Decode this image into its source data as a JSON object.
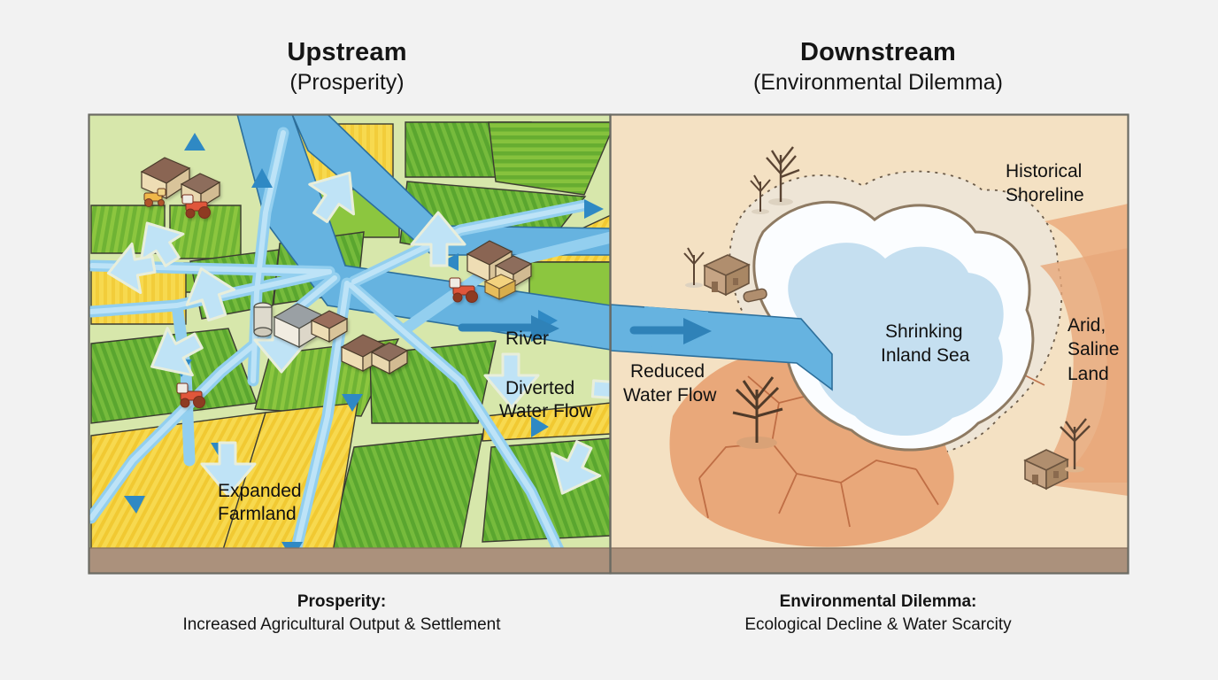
{
  "headers": {
    "upstream": {
      "title": "Upstream",
      "subtitle": "(Prosperity)"
    },
    "downstream": {
      "title": "Downstream",
      "subtitle": "(Environmental Dilemma)"
    }
  },
  "footers": {
    "upstream": {
      "title": "Prosperity:",
      "text": "Increased Agricultural Output & Settlement"
    },
    "downstream": {
      "title": "Environmental Dilemma:",
      "text": "Ecological Decline & Water Scarcity"
    }
  },
  "labels": {
    "river": "River",
    "diverted_1": "Diverted",
    "diverted_2": "Water Flow",
    "expanded_1": "Expanded",
    "expanded_2": "Farmland",
    "reduced_1": "Reduced",
    "reduced_2": "Water Flow",
    "historical_1": "Historical",
    "historical_2": "Shoreline",
    "sea_1": "Shrinking",
    "sea_2": "Inland Sea",
    "arid_1": "Arid,",
    "arid_2": "Saline",
    "arid_3": "Land"
  },
  "colors": {
    "page_background": "#f2f2f2",
    "panel_border": "#6b6b63",
    "upstream_land": "#d5e6a8",
    "field_green_light": "#8dc63f",
    "field_green_dark": "#5fae3a",
    "field_yellow": "#f6d64a",
    "river_blue": "#66b3e0",
    "river_blue_dark": "#2f82b8",
    "canal_blue": "#8fcdef",
    "downstream_sand": "#f3dfc0",
    "cracked_earth": "#e8a876",
    "sea_outer": "#fbfdff",
    "sea_inner": "#c3def0",
    "shoreline_ring": "#a79074",
    "soil_band": "#ab917c",
    "text": "#111111"
  },
  "icons": {
    "farmhouse": "house-icon",
    "barn": "barn-icon",
    "tractor": "tractor-icon",
    "silo": "silo-icon",
    "dead_tree": "dead-tree-icon",
    "ruin": "ruined-house-icon",
    "flow_arrow": "arrow-right-icon",
    "diversion_arrow": "diversion-arrow-icon",
    "shoreline_dashes": "dashed-outline-icon"
  }
}
